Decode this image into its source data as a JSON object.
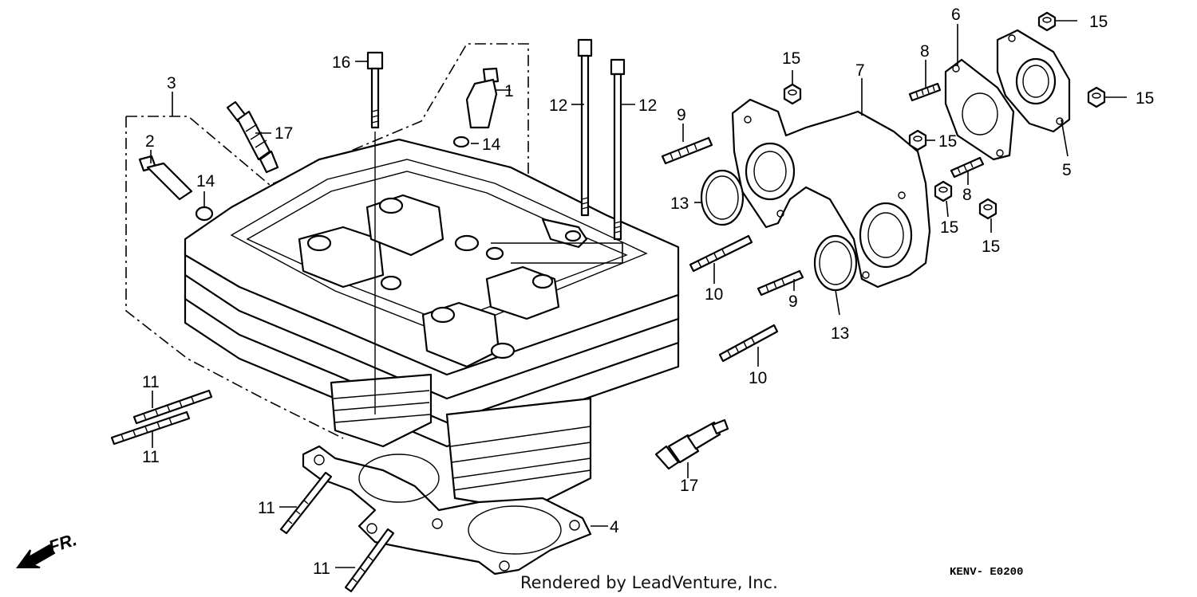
{
  "callouts": {
    "c1": "1",
    "c2": "2",
    "c3": "3",
    "c4": "4",
    "c5": "5",
    "c6": "6",
    "c7": "7",
    "c8a": "8",
    "c8b": "8",
    "c9a": "9",
    "c9b": "9",
    "c10a": "10",
    "c10b": "10",
    "c11a": "11",
    "c11b": "11",
    "c11c": "11",
    "c11d": "11",
    "c12a": "12",
    "c12b": "12",
    "c13a": "13",
    "c13b": "13",
    "c14a": "14",
    "c14b": "14",
    "c15a": "15",
    "c15b": "15",
    "c15c": "15",
    "c15d": "15",
    "c15e": "15",
    "c15f": "15",
    "c16": "16",
    "c17a": "17",
    "c17b": "17"
  },
  "direction_label": "FR.",
  "diagram_code": "KENV- E0200",
  "credit": "Rendered by LeadVenture, Inc."
}
